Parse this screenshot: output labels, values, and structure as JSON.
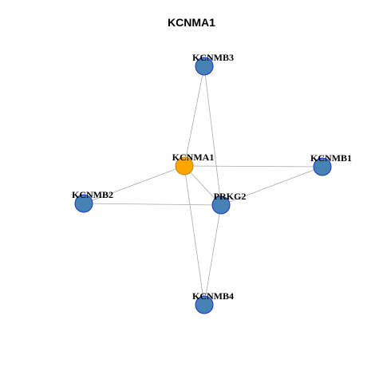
{
  "title": "KCNMA1",
  "colors": {
    "center_node": "#FFA500",
    "node": "#4682B4",
    "node_border": "#1A2FCC",
    "center_border": "#B8860B",
    "edge": "#AAAAAA"
  },
  "nodes": [
    {
      "id": "KCNMA1",
      "label": "KCNMA1",
      "center": true
    },
    {
      "id": "KCNMB3",
      "label": "KCNMB3",
      "center": false
    },
    {
      "id": "KCNMB1",
      "label": "KCNMB1",
      "center": false
    },
    {
      "id": "KCNMB2",
      "label": "KCNMB2",
      "center": false
    },
    {
      "id": "PRKG2",
      "label": "PRKG2",
      "center": false
    },
    {
      "id": "KCNMB4",
      "label": "KCNMB4",
      "center": false
    }
  ],
  "edges": [
    [
      "KCNMA1",
      "KCNMB3"
    ],
    [
      "KCNMA1",
      "KCNMB1"
    ],
    [
      "KCNMA1",
      "KCNMB2"
    ],
    [
      "KCNMA1",
      "PRKG2"
    ],
    [
      "KCNMA1",
      "KCNMB4"
    ],
    [
      "KCNMB3",
      "PRKG2"
    ],
    [
      "KCNMB1",
      "PRKG2"
    ],
    [
      "KCNMB2",
      "PRKG2"
    ],
    [
      "PRKG2",
      "KCNMB4"
    ]
  ]
}
